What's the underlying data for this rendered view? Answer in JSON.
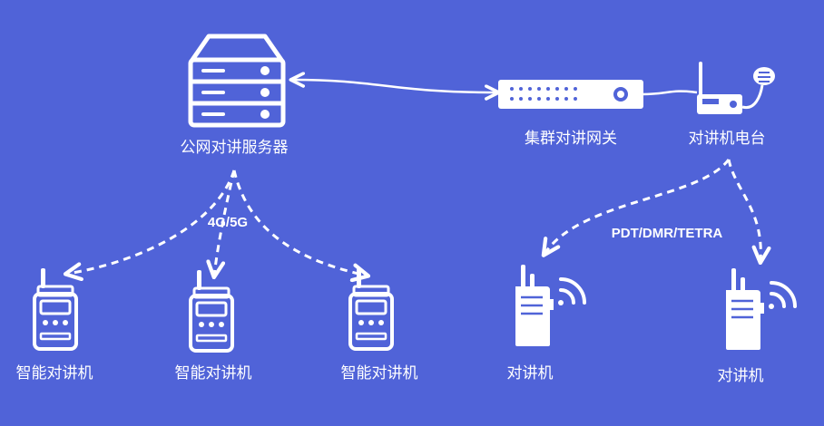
{
  "nodes": {
    "server": "公网对讲服务器",
    "gateway": "集群对讲网关",
    "radio_base": "对讲机电台",
    "smart_1": "智能对讲机",
    "smart_2": "智能对讲机",
    "smart_3": "智能对讲机",
    "radio_1": "对讲机",
    "radio_2": "对讲机"
  },
  "links": {
    "public_network": "4G/5G",
    "trunk_protocols": "PDT/DMR/TETRA"
  },
  "colors": {
    "background": "#5063d8",
    "foreground": "#ffffff"
  }
}
